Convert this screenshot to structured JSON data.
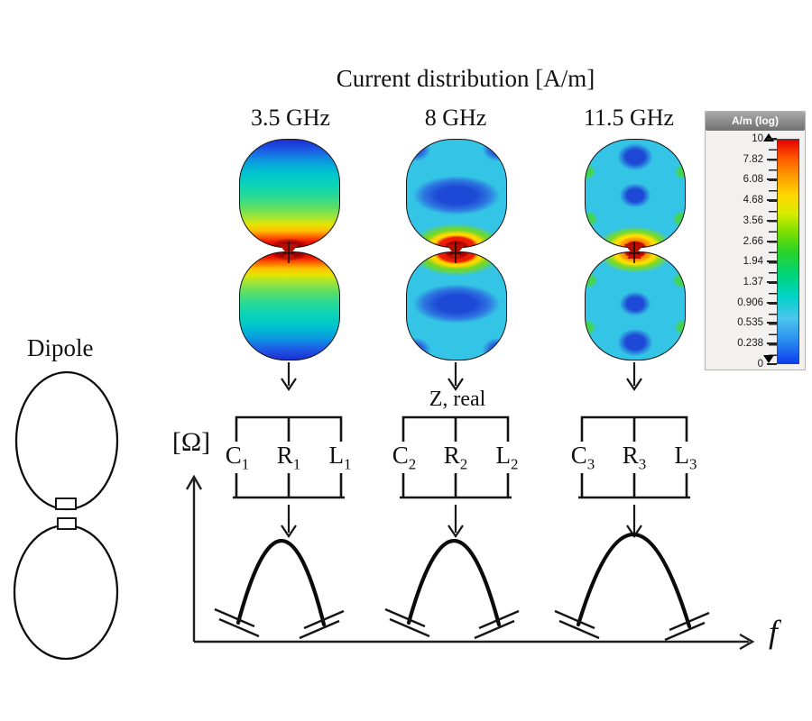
{
  "title": "Current distribution [A/m]",
  "dipole": {
    "label": "Dipole"
  },
  "columns": [
    {
      "freq": "3.5 GHz"
    },
    {
      "freq": "8 GHz"
    },
    {
      "freq": "11.5 GHz"
    }
  ],
  "z_label": "Z, real",
  "axis": {
    "y_label": "[Ω]",
    "x_label": "f"
  },
  "circuits": [
    {
      "components": [
        {
          "base": "C",
          "sub": "1"
        },
        {
          "base": "R",
          "sub": "1"
        },
        {
          "base": "L",
          "sub": "1"
        }
      ]
    },
    {
      "components": [
        {
          "base": "C",
          "sub": "2"
        },
        {
          "base": "R",
          "sub": "2"
        },
        {
          "base": "L",
          "sub": "2"
        }
      ]
    },
    {
      "components": [
        {
          "base": "C",
          "sub": "3"
        },
        {
          "base": "R",
          "sub": "3"
        },
        {
          "base": "L",
          "sub": "3"
        }
      ]
    }
  ],
  "legend": {
    "title": "A/m (log)",
    "ticks": [
      "10",
      "7.82",
      "6.08",
      "4.68",
      "3.56",
      "2.66",
      "1.94",
      "1.37",
      "0.906",
      "0.535",
      "0.238",
      "0"
    ],
    "colormap": [
      "#e40000",
      "#ff9900",
      "#ffd800",
      "#7fdf00",
      "#2bd428",
      "#00d4c8",
      "#4cc4ee",
      "#0d3cec"
    ]
  }
}
